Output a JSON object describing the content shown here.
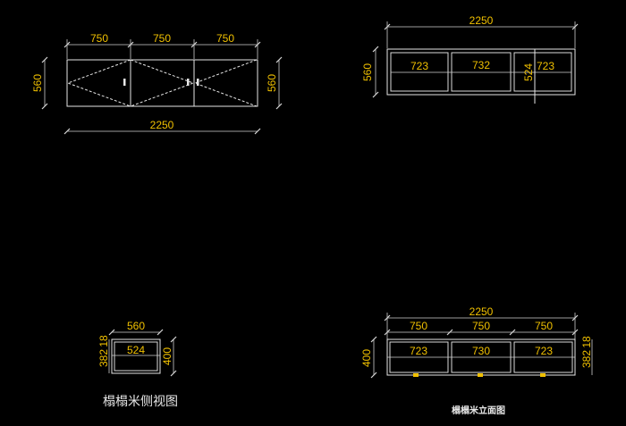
{
  "plan_view": {
    "dims_top": [
      "750",
      "750",
      "750"
    ],
    "dim_left": "560",
    "dim_right": "560",
    "dim_bottom": "2250"
  },
  "front_view_upper": {
    "dim_top": "2250",
    "dim_left": "560",
    "cell_labels": [
      "723",
      "732",
      "723"
    ],
    "dim_inner": "524"
  },
  "side_view": {
    "dim_top": "560",
    "dims_left": [
      "382",
      "18"
    ],
    "cell_label": "524",
    "dim_right": "400",
    "caption": "榻榻米侧视图"
  },
  "elevation_view": {
    "dim_total": "2250",
    "dims_top": [
      "750",
      "750",
      "750"
    ],
    "dim_left": "400",
    "cell_labels": [
      "723",
      "730",
      "723"
    ],
    "dims_right": [
      "382",
      "18"
    ],
    "caption": "榻榻米立面图"
  }
}
